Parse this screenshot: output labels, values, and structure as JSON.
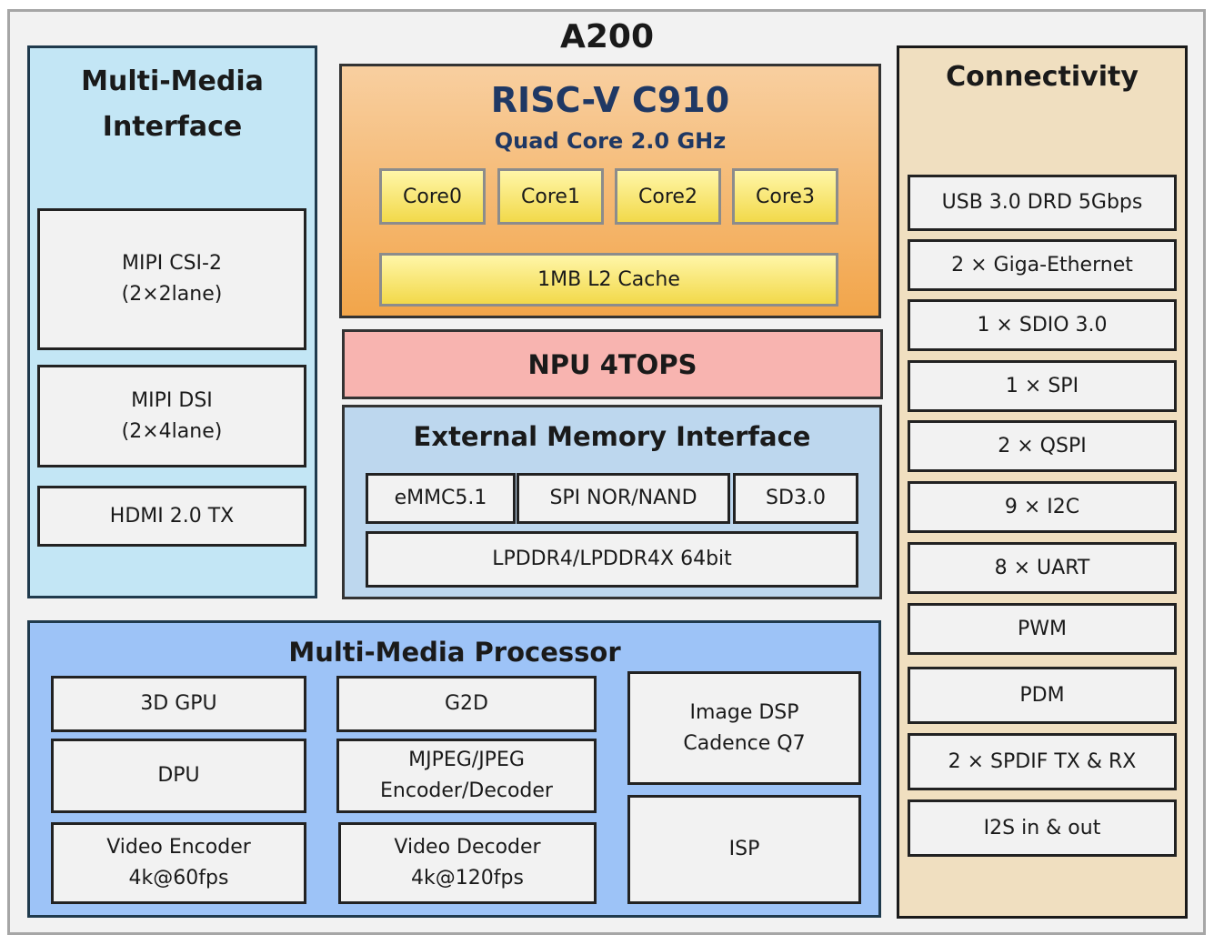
{
  "title": "A200",
  "mm_interface": {
    "title": "Multi-Media\nInterface",
    "items": [
      "MIPI CSI-2\n(2×2lane)",
      "MIPI DSI\n(2×4lane)",
      "HDMI 2.0 TX"
    ]
  },
  "cpu": {
    "title": "RISC-V C910",
    "subtitle": "Quad Core 2.0 GHz",
    "cores": [
      "Core0",
      "Core1",
      "Core2",
      "Core3"
    ],
    "cache": "1MB L2 Cache"
  },
  "npu": {
    "label": "NPU 4TOPS"
  },
  "memory": {
    "title": "External Memory Interface",
    "items": [
      "eMMC5.1",
      "SPI NOR/NAND",
      "SD3.0",
      "LPDDR4/LPDDR4X 64bit"
    ]
  },
  "connectivity": {
    "title": "Connectivity",
    "items": [
      "USB 3.0 DRD 5Gbps",
      "2 × Giga-Ethernet",
      "1 × SDIO 3.0",
      "1 × SPI",
      "2 × QSPI",
      "9 × I2C",
      "8 × UART",
      "PWM",
      "PDM",
      "2 × SPDIF TX & RX",
      "I2S in & out"
    ]
  },
  "mm_processor": {
    "title": "Multi-Media Processor",
    "items": [
      "3D GPU",
      "G2D",
      "Image DSP\nCadence Q7",
      "DPU",
      "MJPEG/JPEG\nEncoder/Decoder",
      "Video Encoder\n4k@60fps",
      "Video Decoder\n4k@120fps",
      "ISP"
    ]
  },
  "colors": {
    "mm_interface_bg": "#c3e6f5",
    "cpu_bg_top": "#f8cfa0",
    "cpu_bg_bottom": "#f2a54a",
    "cpu_title": "#1f3864",
    "npu_bg": "#f8b4b0",
    "memory_bg": "#bdd7ee",
    "mm_processor_bg": "#9dc3f7",
    "connectivity_bg": "#f0dfc0"
  }
}
